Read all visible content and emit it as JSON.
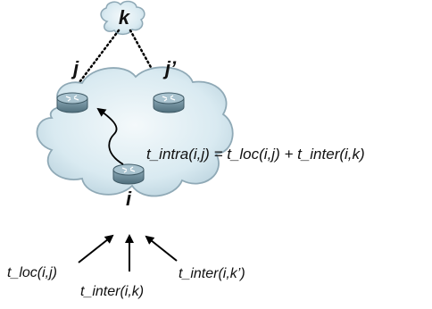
{
  "nodes": {
    "k": "k",
    "j": "j",
    "j_prime": "j’",
    "i": "i"
  },
  "formula": "t_intra(i,j) = t_loc(i,j) + t_inter(i,k)",
  "inputs": {
    "loc": "t_loc(i,j)",
    "inter_k": "t_inter(i,k)",
    "inter_k_prime": "t_inter(i,k’)"
  },
  "colors": {
    "cloud_fill": "#d9eaf1",
    "cloud_stroke": "#8fa9b6",
    "router_body": "#6f8f9c",
    "router_top": "#a9c3cf",
    "line": "#000000"
  },
  "icons": {
    "router": "router-icon",
    "cloud": "cloud-icon"
  }
}
